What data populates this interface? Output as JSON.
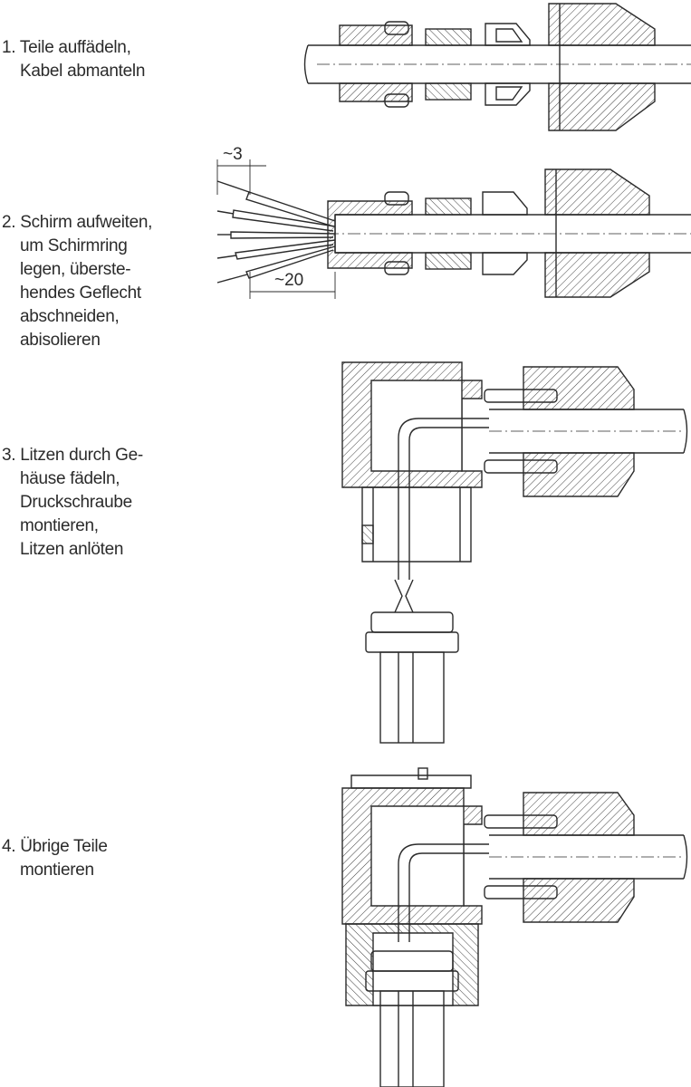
{
  "colors": {
    "ink": "#2b2b2b",
    "paper": "#ffffff"
  },
  "steps": [
    {
      "lines": [
        "1. Teile auffädeln,",
        "Kabel abmanteln"
      ]
    },
    {
      "lines": [
        "2. Schirm aufweiten,",
        "um Schirmring",
        "legen, überste-",
        "hendes Geflecht",
        "abschneiden,",
        "abisolieren"
      ]
    },
    {
      "lines": [
        "3. Litzen durch Ge-",
        "häuse fädeln,",
        "Druckschraube",
        "montieren,",
        "Litzen anlöten"
      ]
    },
    {
      "lines": [
        "4. Übrige Teile",
        "montieren"
      ]
    }
  ],
  "dimensions": {
    "strip_length": "~3",
    "braid_length": "~20"
  }
}
